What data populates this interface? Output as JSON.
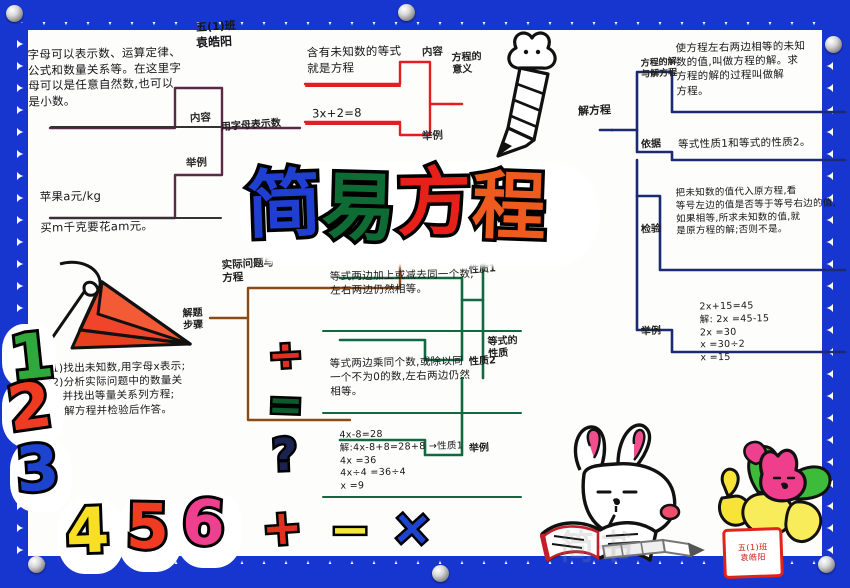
{
  "poster": {
    "title_chars": [
      {
        "char": "简",
        "color": "#1f3fd0"
      },
      {
        "char": "易",
        "color": "#0e6b33"
      },
      {
        "char": "方",
        "color": "#e8201a"
      },
      {
        "char": "程",
        "color": "#ef5a1e"
      }
    ],
    "title_text": "简易方程",
    "byline_class": "五(1)班",
    "byline_name": "袁皓阳",
    "stamp_line1": "五(1)班",
    "stamp_line2": "袁皓阳"
  },
  "branches": {
    "letters_for_numbers": {
      "label": "用字母表示数",
      "color": "#5b2a47",
      "content_label": "内容",
      "content_text": "字母可以表示数、运算定律、\n公式和数量关系等。在这里字\n母可以是任意自然数,也可以\n是小数。",
      "example_label": "举例",
      "example_text": "苹果a元/kg\n\n买m千克要花am元。"
    },
    "equation_meaning": {
      "label": "方程的\n意义",
      "color": "#e02020",
      "content_label": "内容",
      "content_text": "含有未知数的等式\n就是方程",
      "example_label": "举例",
      "example_text": "3x+2=8"
    },
    "solve_equation": {
      "label": "解方程",
      "color": "#1b2a73",
      "items": [
        {
          "label": "方程的解\n与解方程",
          "text": "使方程左右两边相等的未知\n数的值,叫做方程的解。求\n方程的解的过程叫做解\n方程。"
        },
        {
          "label": "依据",
          "text": "等式性质1和等式的性质2。"
        },
        {
          "label": "检验",
          "text": "把未知数的值代入原方程,看\n等号左边的值是否等于等号右边的值,\n如果相等,所求未知数的值,就\n是原方程的解;否则不是。"
        },
        {
          "label": "举例",
          "text": "2x+15=45\n解:  2x =45-15\n    2x =30\n      x =30÷2\n      x =15"
        }
      ]
    },
    "equality_properties": {
      "label": "等式的\n性质",
      "color": "#13693f",
      "items": [
        {
          "label": "性质1",
          "text": "等式两边加上或减去同一个数,\n左右两边仍然相等。"
        },
        {
          "label": "性质2",
          "text": "等式两边乘同个数,或除以同\n一个不为0的数,左右两边仍然\n相等。"
        },
        {
          "label": "举例",
          "text": "4x-8=28\n解:4x-8+8=28+8 →性质1\n        4x =36\n     4x÷4 =36÷4\n        x =9"
        }
      ]
    },
    "real_problems": {
      "label": "实际问题与\n方程",
      "color": "#8a4b16",
      "steps_label": "解题\n步骤",
      "steps_text": "(1)找出未知数,用字母x表示;\n(2)分析实际问题中的数量关\n系,并找出等量关系列方程;\n(3)解方程并检验后作答。"
    }
  },
  "decor": {
    "numbers": [
      {
        "value": "1",
        "color": "#2fa83c"
      },
      {
        "value": "2",
        "color": "#ef3b21"
      },
      {
        "value": "3",
        "color": "#1c44cf"
      },
      {
        "value": "4",
        "color": "#f7e023"
      },
      {
        "value": "5",
        "color": "#ef3b21"
      },
      {
        "value": "6",
        "color": "#ef3f8f"
      }
    ],
    "symbols": [
      {
        "glyph": "÷",
        "color": "#e03020",
        "name": "divide-symbol"
      },
      {
        "glyph": "=",
        "color": "#0d5b2c",
        "name": "equals-symbol"
      },
      {
        "glyph": "?",
        "color": "#1b2350",
        "name": "question-mark-symbol"
      },
      {
        "glyph": "+",
        "color": "#e03020",
        "name": "plus-symbol"
      },
      {
        "glyph": "−",
        "color": "#f3e640",
        "name": "minus-symbol"
      },
      {
        "glyph": "×",
        "color": "#1c44cf",
        "name": "multiply-symbol"
      }
    ],
    "watermark": "简书"
  }
}
